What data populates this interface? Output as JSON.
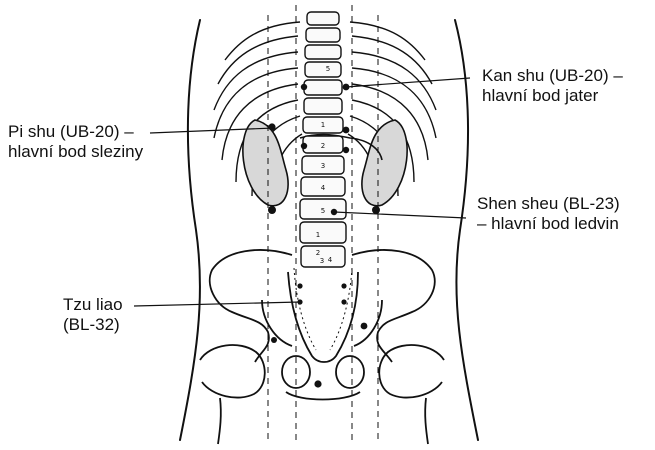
{
  "labels": {
    "kan_shu": {
      "line1": "Kan shu (UB-20) –",
      "line2": "hlavní bod jater"
    },
    "pi_shu": {
      "line1": "Pi shu (UB-20) –",
      "line2": "hlavní bod sleziny"
    },
    "shen_sheu": {
      "line1": "Shen sheu (BL-23)",
      "line2": "– hlavní bod ledvin"
    },
    "tzu_liao": {
      "line1": "Tzu liao",
      "line2": "(BL-32)"
    }
  },
  "vertebra_numbers": [
    "1",
    "2",
    "3",
    "4",
    "5",
    "1",
    "2",
    "3",
    "4",
    "5"
  ],
  "colors": {
    "ink": "#111111",
    "background": "#ffffff"
  }
}
